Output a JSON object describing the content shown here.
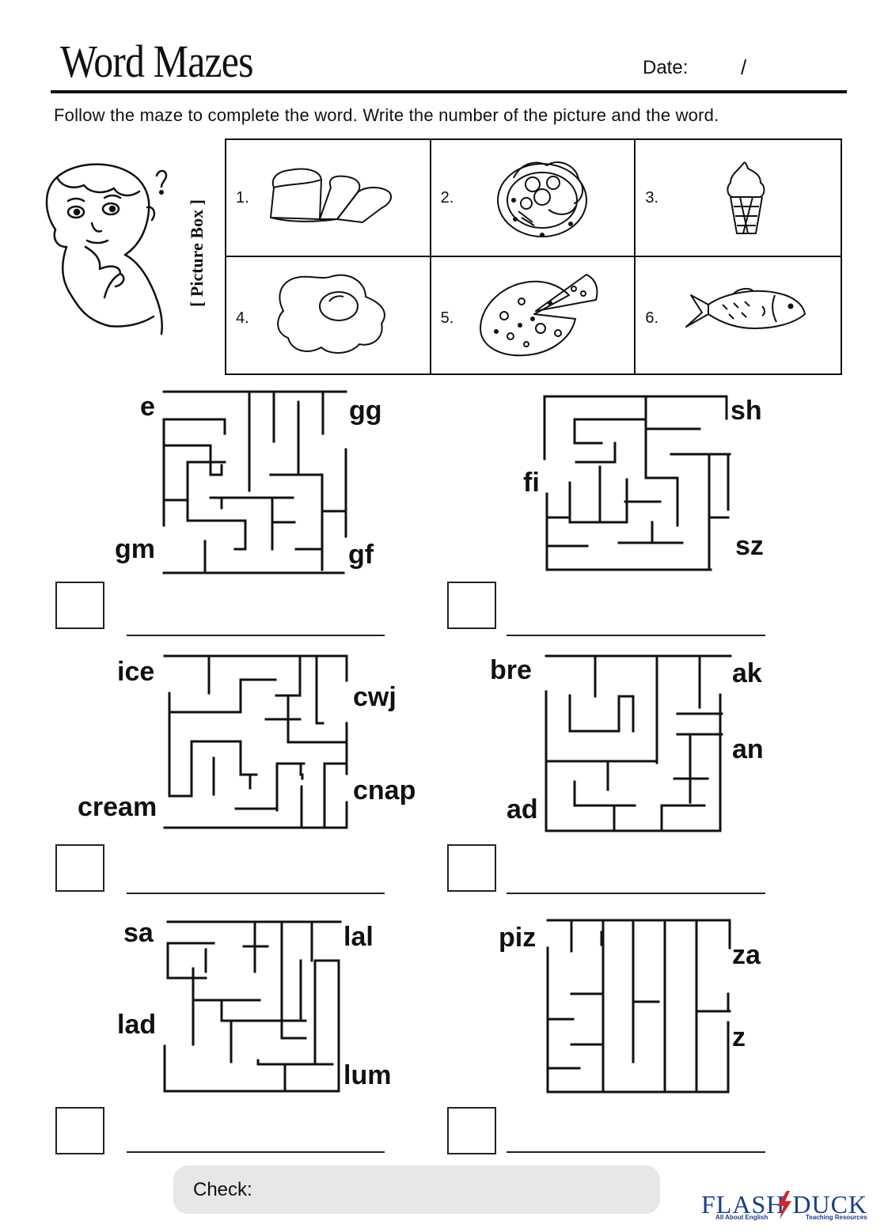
{
  "header": {
    "title": "Word Mazes",
    "date_label": "Date:",
    "date_sep": "/"
  },
  "instructions": "Follow the maze to complete the word. Write the number of the picture and the word.",
  "picture_box": {
    "label": "[ Picture Box ]",
    "items": [
      {
        "number": "1.",
        "icon": "bread-icon"
      },
      {
        "number": "2.",
        "icon": "salad-icon"
      },
      {
        "number": "3.",
        "icon": "ice-cream-icon"
      },
      {
        "number": "4.",
        "icon": "fried-egg-icon"
      },
      {
        "number": "5.",
        "icon": "pizza-icon"
      },
      {
        "number": "6.",
        "icon": "fish-icon"
      }
    ]
  },
  "mazes": [
    {
      "start": "e",
      "endings": [
        "gg",
        "gm",
        "gf"
      ]
    },
    {
      "start": "fi",
      "endings": [
        "sh",
        "sz"
      ]
    },
    {
      "start": "ice",
      "endings": [
        "cwj",
        "cream",
        "cnap"
      ]
    },
    {
      "start": "bre",
      "endings": [
        "ak",
        "an",
        "ad"
      ]
    },
    {
      "start": "sa",
      "endings": [
        "lal",
        "lad",
        "lum"
      ]
    },
    {
      "start": "piz",
      "endings": [
        "za",
        "z"
      ]
    }
  ],
  "footer": {
    "check_label": "Check:",
    "logo": {
      "main": "FLASH DUCK",
      "tagline_left": "All About English",
      "tagline_right": "Teaching Resources",
      "colors": {
        "brand": "#1b3d8a",
        "accent": "#d0262c"
      }
    }
  }
}
